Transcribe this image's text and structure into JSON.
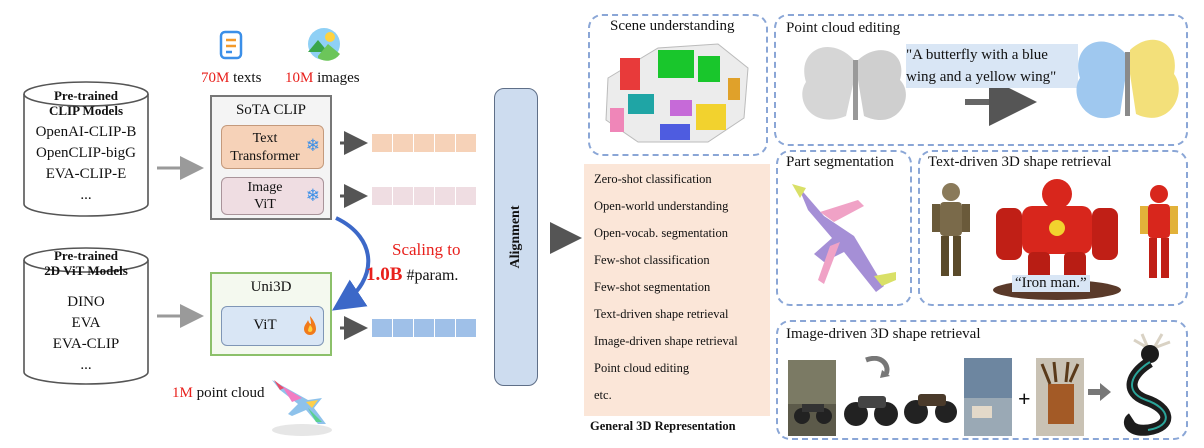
{
  "inputs": {
    "texts_count": "70M",
    "texts_label": "texts",
    "images_count": "10M",
    "images_label": "images",
    "points_count": "1M",
    "points_label": "point cloud"
  },
  "clip_models": {
    "title": "Pre-trained\nCLIP Models",
    "items": [
      "OpenAI-CLIP-B",
      "OpenCLIP-bigG",
      "EVA-CLIP-E",
      "..."
    ]
  },
  "vit_models": {
    "title": "Pre-trained\n2D ViT Models",
    "items": [
      "DINO",
      "EVA",
      "EVA-CLIP",
      "..."
    ]
  },
  "sota_clip": {
    "title": "SoTA CLIP",
    "text_encoder": "Text\nTransformer",
    "image_encoder": "Image\nViT"
  },
  "uni3d": {
    "title": "Uni3D",
    "encoder": "ViT"
  },
  "scaling": {
    "line1": "Scaling to",
    "value": "1.0B",
    "unit": "#param."
  },
  "alignment_label": "Alignment",
  "tasks": {
    "items": [
      "Zero-shot classification",
      "Open-world understanding",
      "Open-vocab. segmentation",
      "Few-shot classification",
      "Few-shot segmentation",
      "Text-driven shape retrieval",
      "Image-driven shape retrieval",
      "Point cloud editing",
      "etc."
    ],
    "caption": "General 3D Representation"
  },
  "panels": {
    "scene_understanding": "Scene understanding",
    "point_cloud_editing": "Point cloud editing",
    "editing_prompt": "\"A butterfly with a blue wing and a yellow wing\"",
    "part_segmentation": "Part segmentation",
    "text_retrieval": "Text-driven 3D shape retrieval",
    "text_query": "“Iron man.”",
    "image_retrieval": "Image-driven 3D shape retrieval"
  },
  "colors": {
    "highlight_red": "#e8201c",
    "text_stripe": "#f6d2b8",
    "image_stripe": "#efdde2",
    "point_stripe": "#9fc0e8",
    "panel_border": "#8aa6d6",
    "task_bg": "#fbe6d8",
    "alignment_bg": "#cddcef"
  }
}
